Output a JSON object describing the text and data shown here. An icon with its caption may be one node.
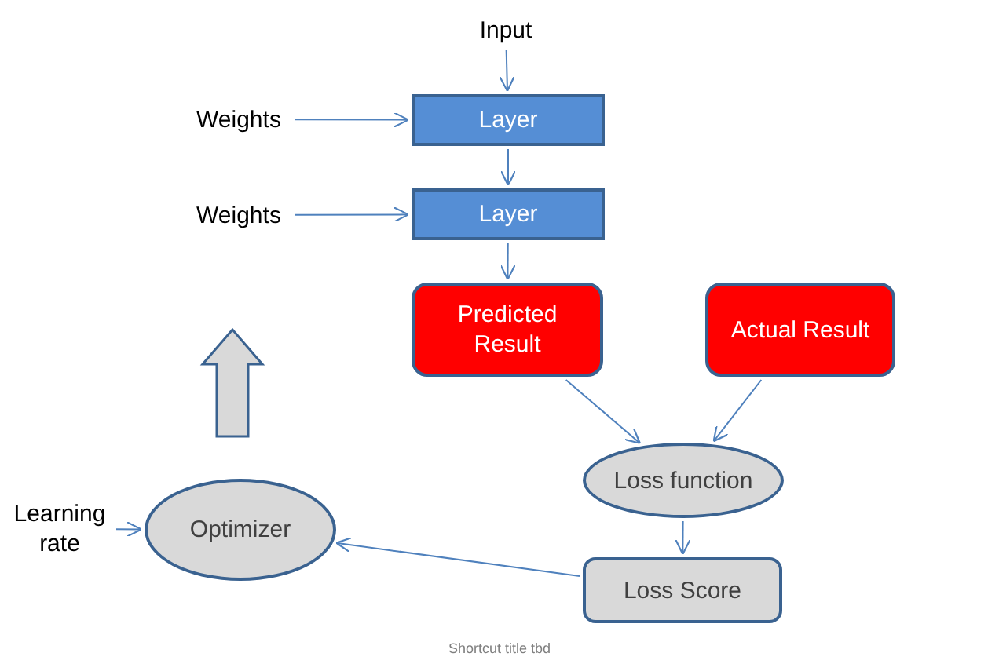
{
  "diagram": {
    "caption": "Shortcut title tbd",
    "nodes": [
      {
        "text": [
          "Input"
        ]
      },
      {
        "text": [
          "Weights"
        ]
      },
      {
        "text": [
          "Layer"
        ]
      },
      {
        "text": [
          "Weights"
        ]
      },
      {
        "text": [
          "Layer"
        ]
      },
      {
        "text": [
          "Predicted Result"
        ]
      },
      {
        "text": [
          "Actual Result"
        ]
      },
      {
        "text": [
          "Loss function"
        ]
      },
      {
        "text": [
          "Loss Score"
        ]
      },
      {
        "text": [
          "Optimizer"
        ]
      },
      {
        "text": [
          "Learning rate"
        ]
      }
    ],
    "edges": [
      {
        "from": 0,
        "to": 2,
        "arrow": "to"
      },
      {
        "from": 1,
        "to": 2,
        "arrow": "to"
      },
      {
        "from": 2,
        "to": 4,
        "arrow": "to"
      },
      {
        "from": 3,
        "to": 4,
        "arrow": "to"
      },
      {
        "from": 4,
        "to": 5,
        "arrow": "to"
      },
      {
        "from": 5,
        "to": 7,
        "arrow": "to"
      },
      {
        "from": 6,
        "to": 7,
        "arrow": "to"
      },
      {
        "from": 7,
        "to": 8,
        "arrow": "to"
      },
      {
        "from": 8,
        "to": 9,
        "arrow": "to"
      },
      {
        "from": 10,
        "to": 9,
        "arrow": "to"
      }
    ]
  }
}
